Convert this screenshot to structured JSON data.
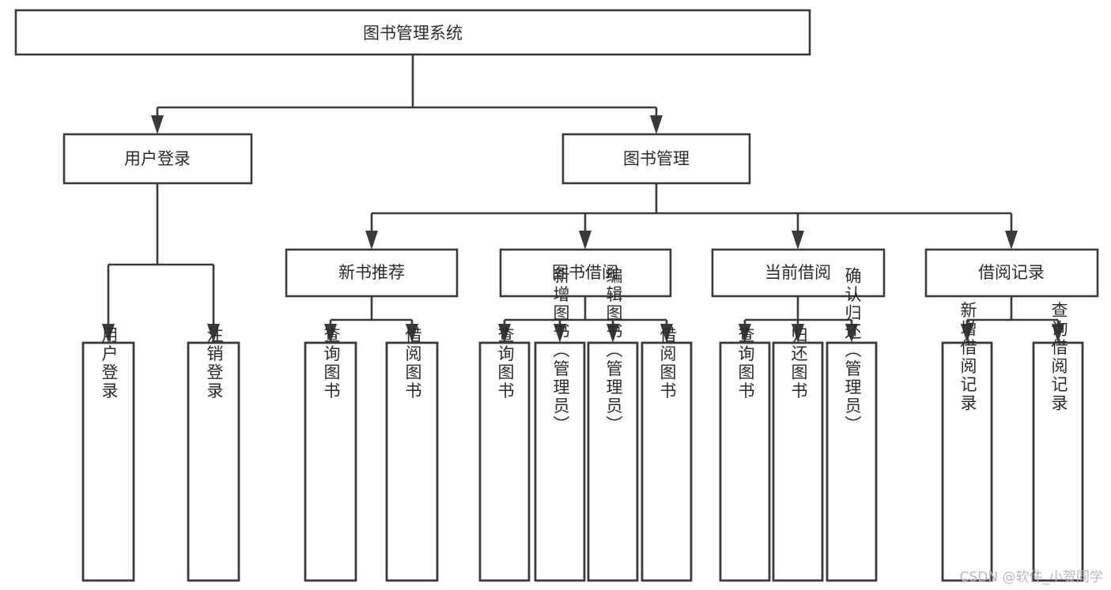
{
  "diagram": {
    "type": "tree",
    "title": "图书管理系统",
    "watermark": "CSDN @软件_小贺同学",
    "colors": {
      "stroke": "#3a3a3a",
      "fill": "#ffffff",
      "text": "#2b2b2b",
      "watermark": "#b9b9b9",
      "background": "#ffffff"
    },
    "nodes": {
      "root": {
        "label": "图书管理系统"
      },
      "level2": [
        {
          "label": "用户登录"
        },
        {
          "label": "图书管理"
        }
      ],
      "level3": [
        {
          "label": "新书推荐"
        },
        {
          "label": "图书借阅"
        },
        {
          "label": "当前借阅"
        },
        {
          "label": "借阅记录"
        }
      ],
      "leaves": {
        "user_login": [
          {
            "label": "用户登录"
          },
          {
            "label": "注销登录"
          }
        ],
        "new_book_recommend": [
          {
            "label": "查询图书"
          },
          {
            "label": "借阅图书"
          }
        ],
        "book_borrow": [
          {
            "label": "查询图书"
          },
          {
            "label": "新增图书（管理员）"
          },
          {
            "label": "编辑图书（管理员）"
          },
          {
            "label": "借阅图书"
          }
        ],
        "current_borrow": [
          {
            "label": "查询图书"
          },
          {
            "label": "归还图书"
          },
          {
            "label": "确认归还（管理员）"
          }
        ],
        "borrow_records": [
          {
            "label": "新增借阅记录"
          },
          {
            "label": "查询借阅记录"
          }
        ]
      }
    }
  }
}
